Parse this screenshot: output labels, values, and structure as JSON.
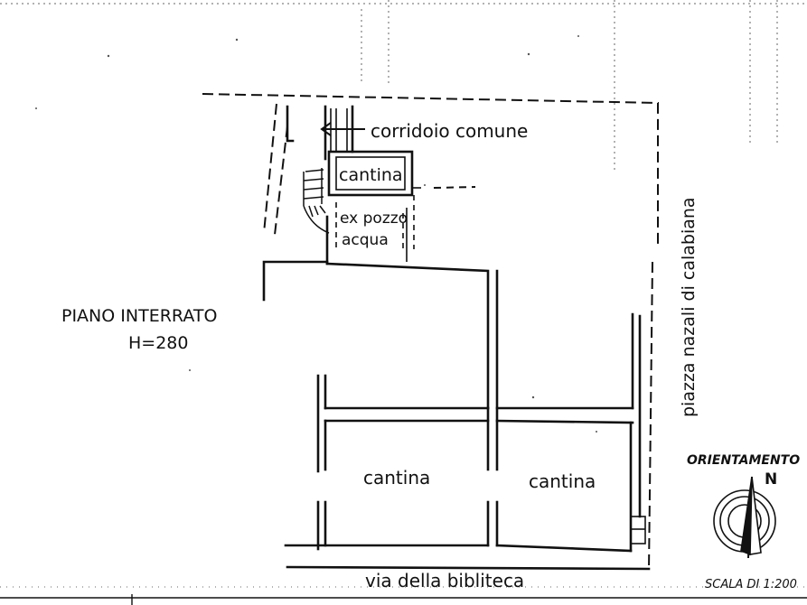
{
  "labels": {
    "corridoio": "corridoio comune",
    "cantina_top": "cantina",
    "ex_pozzo_line1": "ex pozzo",
    "ex_pozzo_line2": "acqua",
    "piano": "PIANO  INTERRATO",
    "height": "H=280",
    "cantina_left": "cantina",
    "cantina_right": "cantina",
    "street_bottom": "via  della  bibliteca",
    "street_right": "piazza nazali di calabiana",
    "orientation": "ORIENTAMENTO",
    "north": "N",
    "scale": "SCALA DI 1:200"
  },
  "colors": {
    "ink": "#111111",
    "paper": "#ffffff"
  }
}
